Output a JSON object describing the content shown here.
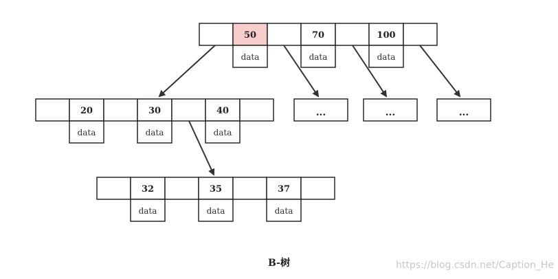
{
  "diagram": {
    "root": {
      "keys": [
        "50",
        "70",
        "100"
      ],
      "data_label": "data",
      "highlight_key": "50"
    },
    "level2": {
      "keys": [
        "20",
        "30",
        "40"
      ],
      "data_label": "data"
    },
    "level3": {
      "keys": [
        "32",
        "35",
        "37"
      ],
      "data_label": "data"
    },
    "ellipsis_nodes": [
      "...",
      "...",
      "..."
    ],
    "colors": {
      "highlight": "#f8cecc",
      "stroke": "#1a1a1a",
      "arrow": "#333333"
    }
  },
  "caption": "B-树",
  "watermark": "https://blog.csdn.net/Caption_He"
}
